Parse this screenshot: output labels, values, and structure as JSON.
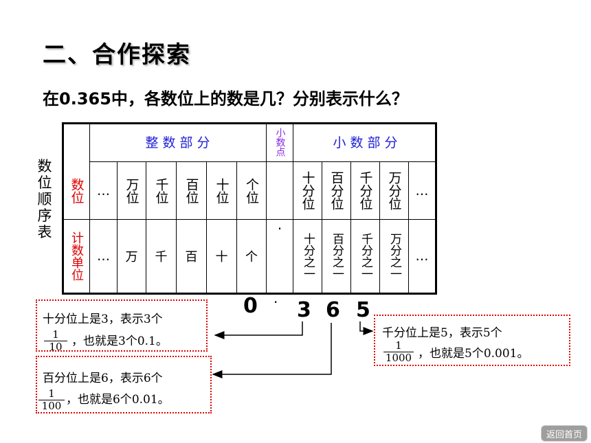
{
  "title": "二、合作探索",
  "question": "在0.365中，各数位上的数是几？分别表示什么？",
  "side_label": "数位顺序表",
  "table": {
    "integer_part": "整 数 部 分",
    "decimal_point_header": "小数点",
    "decimal_part": "小 数 部 分",
    "row_position": "数位",
    "row_unit": "计数单位",
    "ellipsis": "…",
    "dot": "·",
    "positions_int": [
      "万位",
      "千位",
      "百位",
      "十位",
      "个位"
    ],
    "positions_dec": [
      "十分位",
      "百分位",
      "千分位",
      "万分位"
    ],
    "units_int": [
      "万",
      "千",
      "百",
      "十",
      "个"
    ],
    "units_dec": [
      "十分之一",
      "百分之一",
      "千分之一",
      "万分之一"
    ]
  },
  "number": {
    "d0": "0",
    "point": "·",
    "d1": "3",
    "d2": "6",
    "d3": "5"
  },
  "boxes": {
    "tenths": {
      "line1": "十分位上是3，表示3个",
      "num": "1",
      "den": "10",
      "line2": "，也就是3个0.1。"
    },
    "hundredths": {
      "line1": "百分位上是6，表示6个",
      "num": "1",
      "den": "100",
      "line2": "，也就是6个0.01。"
    },
    "thousandths": {
      "line1": "千分位上是5，表示5个",
      "num": "1",
      "den": "1000",
      "line2": "，也就是5个0.001。"
    }
  },
  "colors": {
    "header_blue": "#1f1fd8",
    "point_purple": "#8a2be2",
    "row_red": "#e00000",
    "box_border": "#e00000"
  },
  "home_button": "返回首页"
}
